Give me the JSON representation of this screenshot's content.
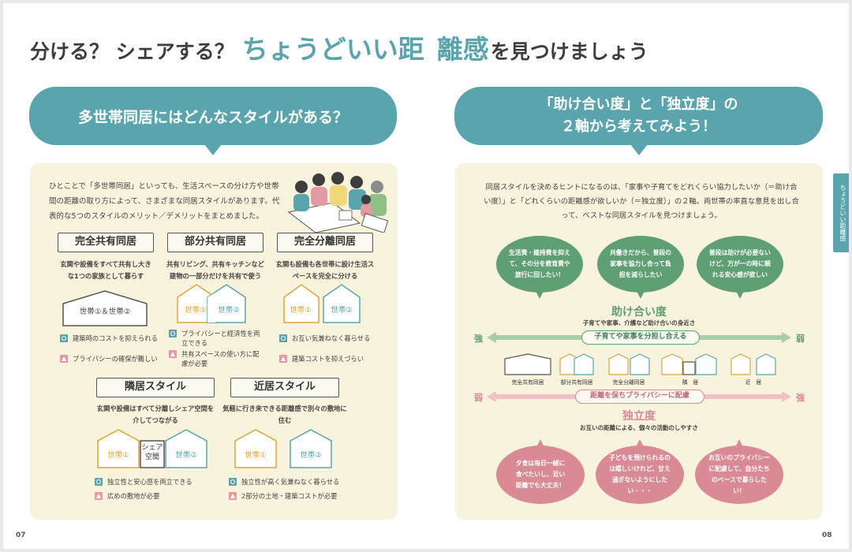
{
  "header": {
    "part1": "分ける？ シェアする？",
    "part2": "ちょうどいい距",
    "part3": "離感",
    "part4": "を見つけましょう"
  },
  "left": {
    "bubble_title": "多世帯同居にはどんなスタイルがある？",
    "intro": "ひとことで「多世帯同居」といっても、生活スペースの分け方や世帯間の距離の取り方によって、さまざまな同居スタイルがあります。代表的な5つのスタイルのメリット／デメリットをまとめました。",
    "styles": [
      {
        "title": "完全共有同居",
        "desc": "玄関や設備をすべて共有し大きな1つの家族として暮らす",
        "houses": [
          "世帯①＆世帯②"
        ],
        "merit": "建築時のコストを抑えられる",
        "demerit": "プライバシーの確保が難しい"
      },
      {
        "title": "部分共有同居",
        "desc": "共有リビング、共有キッチンなど建物の一部分だけを共有で使う",
        "houses": [
          "世帯①",
          "世帯②"
        ],
        "merit": "プライバシーと経済性を両立できる",
        "demerit": "共有スペースの使い方に配慮が必要"
      },
      {
        "title": "完全分離同居",
        "desc": "玄関も設備も各世帯に設け生活スペースを完全に分ける",
        "houses": [
          "世帯①",
          "世帯②"
        ],
        "merit": "お互い気兼ねなく暮らせる",
        "demerit": "建築コストを抑えづらい"
      },
      {
        "title": "隣居スタイル",
        "desc": "玄関や設備はすべて分離しシェア空間を介してつながる",
        "houses": [
          "世帯①",
          "シェア空間",
          "世帯②"
        ],
        "merit": "独立性と安心感を両立できる",
        "demerit": "広めの敷地が必要"
      },
      {
        "title": "近居スタイル",
        "desc": "気軽に行き来できる距離感で別々の敷地に住む",
        "houses": [
          "世帯①",
          "世帯②"
        ],
        "merit": "独立性が高く気兼ねなく暮らせる",
        "demerit": "2部分の土地・建築コストが必要"
      }
    ],
    "page_number": "07"
  },
  "right": {
    "bubble_line1": "「助け合い度」と「独立度」の",
    "bubble_line2": "２軸から考えてみよう！",
    "intro": "同居スタイルを決めるヒントになるのは、「家事や子育てをどれくらい協力したいか（＝助け合い度）」と「どれくらいの距離感が欲しいか（＝独立度）」の２軸。両世帯の率直な意見を出し合って、ベストな同居スタイルを見つけましょう。",
    "green_bubbles": [
      "生活費・維持費を抑えて、その分を教育費や旅行に回したい！",
      "共働きだから、普段の家事を協力し合って負担を減らしたい",
      "普段は助けが必要ないけど、万が一の時に頼れる安心感が欲しい"
    ],
    "axis1_title": "助け合い度",
    "axis1_sub": "子育てや家事、介護など助け合いの身近さ",
    "axis1_arrow": "子育てや家事を分担し合える",
    "axis1_left": "強",
    "axis1_right": "弱",
    "house_labels": [
      "完全共有同居",
      "部分共有同居",
      "完全分離同居",
      "隣　居",
      "近　居"
    ],
    "axis2_arrow": "距離を保ちプライバシーに配慮",
    "axis2_left": "弱",
    "axis2_right": "強",
    "axis2_title": "独立度",
    "axis2_sub": "お互いの距離による、個々の活動のしやすさ",
    "pink_bubbles": [
      "夕食は毎日一緒に食べたいし、近い距離でも大丈夫！",
      "子どもを預けられるのは嬉しいけれど、甘え過ぎないようにしたい・・・",
      "お互いのプライバシーに配慮して、自分たちのペースで暮らしたい！"
    ],
    "side_tab": "ちょうどいい距離感",
    "page_number": "08"
  },
  "colors": {
    "teal": "#5aa5ad",
    "orange": "#e3a33b",
    "green": "#5e9f73",
    "pink": "#d98a95",
    "panel": "#f7f3dc"
  }
}
